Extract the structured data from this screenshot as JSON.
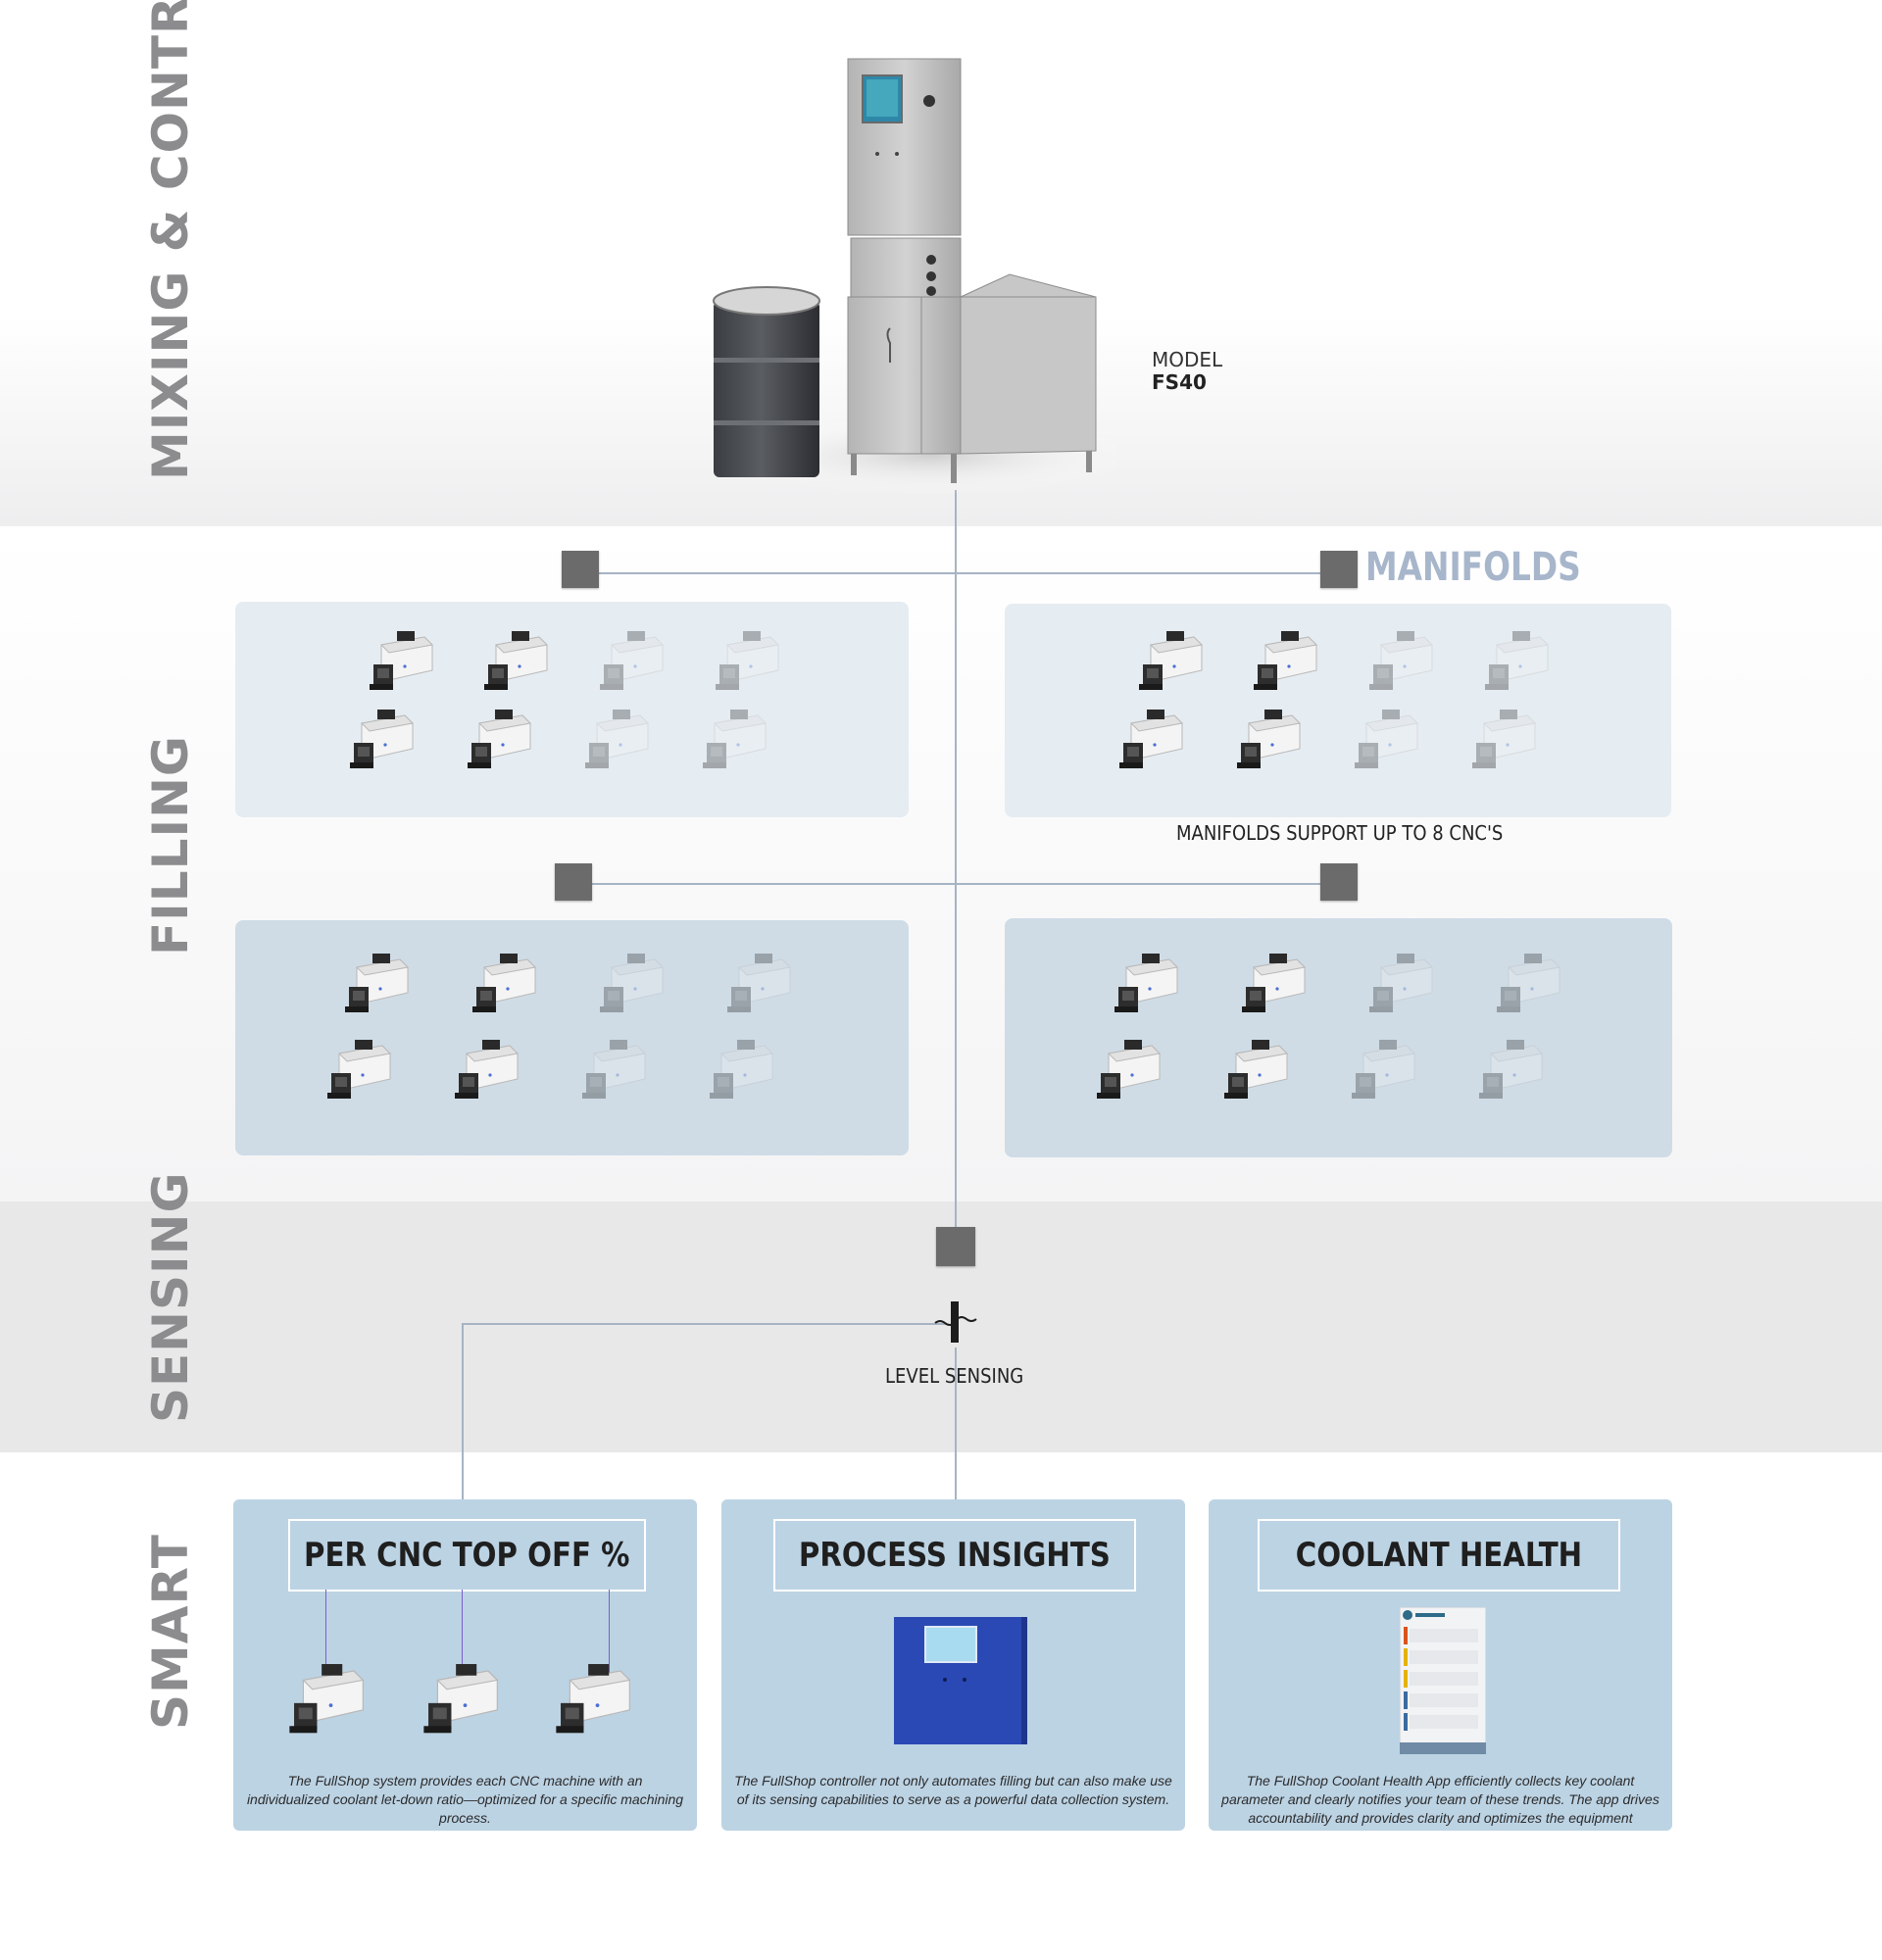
{
  "sections": {
    "mixing": "MIXING & CONTROL",
    "filling": "FILLING",
    "sensing": "SENSING",
    "smart": "SMART"
  },
  "model": {
    "line1": "MODEL",
    "line2": "FS40"
  },
  "manifolds": {
    "title": "MANIFOLDS",
    "caption": "MANIFOLDS SUPPORT UP TO 8 CNC'S"
  },
  "level_sensing": "LEVEL SENSING",
  "smart_cards": [
    {
      "title": "PER CNC TOP OFF %",
      "description": "The FullShop system provides each CNC machine with an individualized coolant let-down ratio—optimized for a specific machining process."
    },
    {
      "title": "PROCESS INSIGHTS",
      "description": "The FullShop controller not only automates filling but can also make use of its sensing capabilities to serve as a powerful data collection system."
    },
    {
      "title": "COOLANT HEALTH",
      "description": "The FullShop Coolant Health App efficiently collects key coolant parameter and clearly notifies your team of these trends. The app drives accountability and provides clarity and optimizes the equipment"
    }
  ],
  "colors": {
    "line": "#a6b4c4",
    "node": "#6b6b6b",
    "panel_light": "#e5ecf2",
    "panel_mid": "#cfdce6",
    "smart_card": "#bcd3e4",
    "controller_blue": "#2b49b4",
    "section_label": "#8c8c8f"
  },
  "icons": [
    "drum",
    "fs40-mixing-unit",
    "cnc-machine",
    "level-sensor",
    "controller-box",
    "coolant-app-screen"
  ]
}
